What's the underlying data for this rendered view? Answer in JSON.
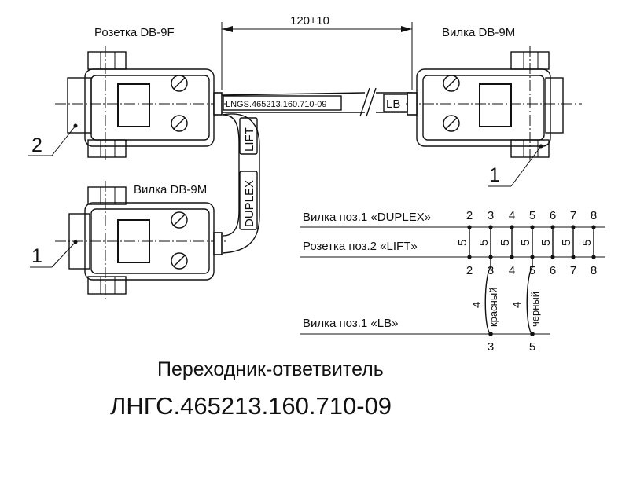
{
  "connectors": {
    "socket_top_left": "Розетка  DB-9F",
    "plug_top_right": "Вилка  DB-9M",
    "plug_bottom_left": "Вилка  DB-9M"
  },
  "dimension": {
    "length": "120±10"
  },
  "cable": {
    "main_marking": "LNGS.465213.160.710-09",
    "tag_lb": "LB",
    "tag_lift": "LIFT",
    "tag_duplex": "DUPLEX"
  },
  "callouts": {
    "pos2": "2",
    "pos1_right": "1",
    "pos1_left": "1"
  },
  "wiring": {
    "row1_label": "Вилка поз.1 «DUPLEX»",
    "row2_label": "Розетка поз.2  «LIFT»",
    "row3_label": "Вилка поз.1  «LB»",
    "row1_pins": [
      "2",
      "3",
      "4",
      "5",
      "6",
      "7",
      "8"
    ],
    "row2_pins": [
      "2",
      "3",
      "4",
      "5",
      "6",
      "7",
      "8"
    ],
    "row3_pins": [
      "3",
      "5"
    ],
    "jumper_wire_code": "5",
    "branch_wire_code": "4",
    "branch_red": "красный",
    "branch_black": "черный"
  },
  "title": {
    "name": "Переходник-ответвитель",
    "code": "ЛНГС.465213.160.710-09"
  }
}
